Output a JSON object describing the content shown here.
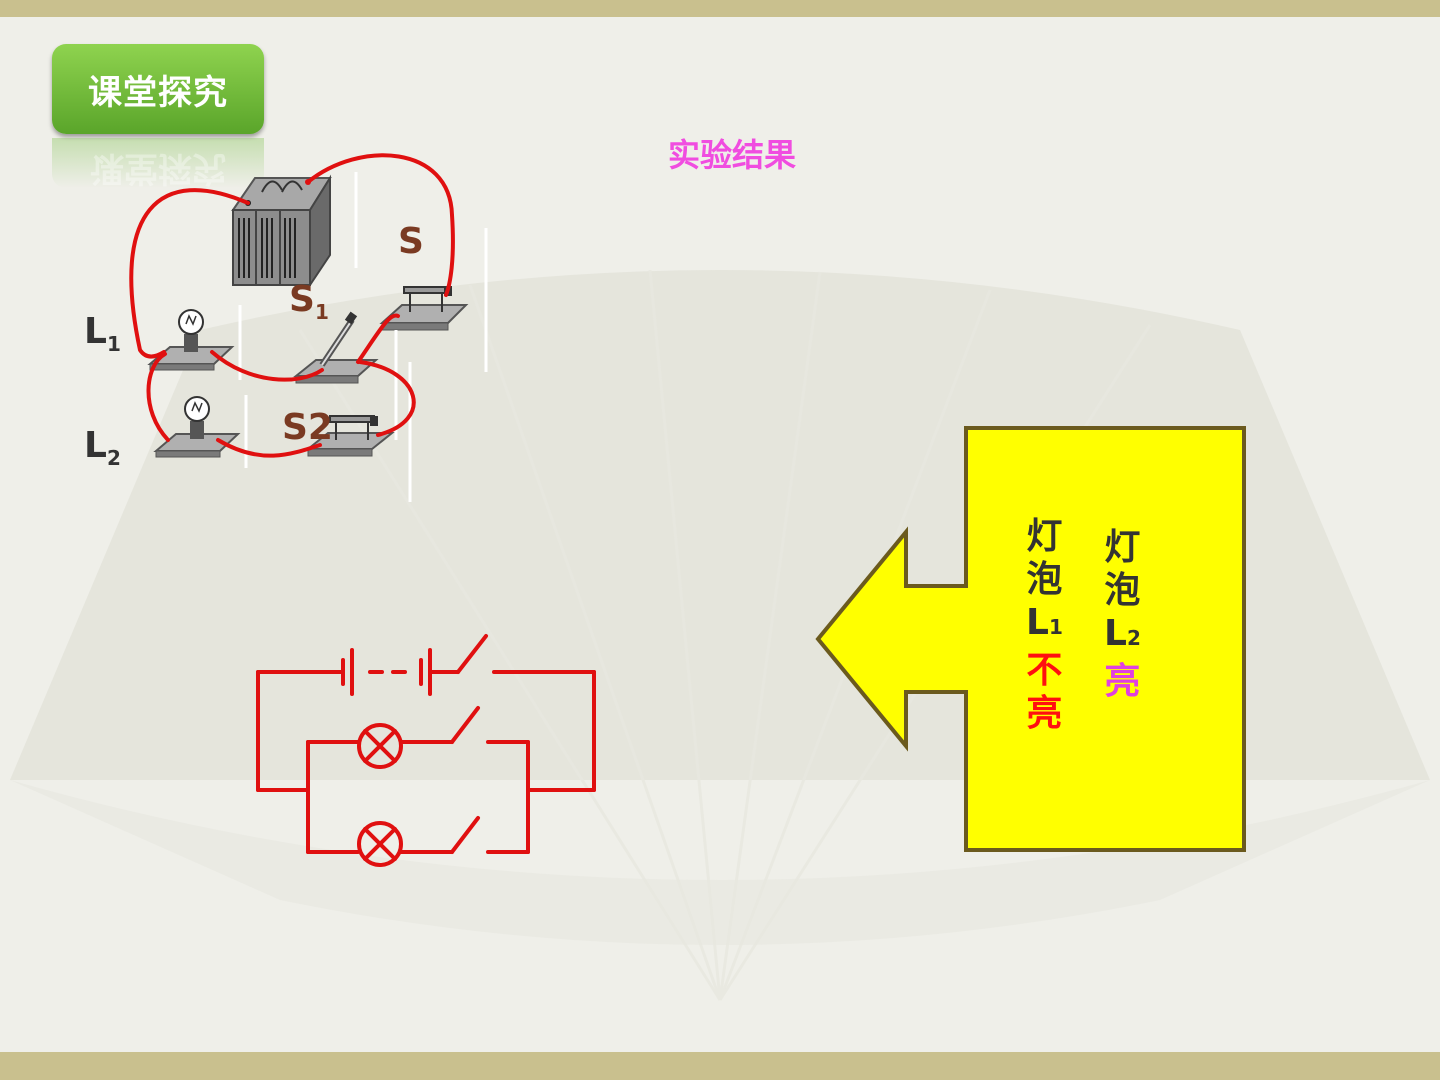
{
  "header": {
    "badge_label": "课堂探究",
    "result_title": "实验结果"
  },
  "physical_circuit": {
    "labels": {
      "main_switch": "S",
      "switch1": "S",
      "switch1_sub": "1",
      "switch2": "S2",
      "lamp1": "L",
      "lamp1_sub": "1",
      "lamp2": "L",
      "lamp2_sub": "2"
    }
  },
  "result_panel": {
    "lamp1": {
      "c1": "灯",
      "c2": "泡",
      "c3": "L",
      "c3_sub": "1",
      "c4": "不",
      "c5": "亮"
    },
    "lamp2": {
      "c1": "灯",
      "c2": "泡",
      "c3": "L",
      "c3_sub": "2",
      "c4": "亮"
    }
  },
  "colors": {
    "band": "#c9c08e",
    "badge": "#6ab535",
    "title": "#f04de0",
    "wire": "#e01010",
    "panel_fill": "#ffff00",
    "panel_border": "#6b5a1e",
    "not_lit": "#ff1010",
    "lit": "#e040e0"
  }
}
